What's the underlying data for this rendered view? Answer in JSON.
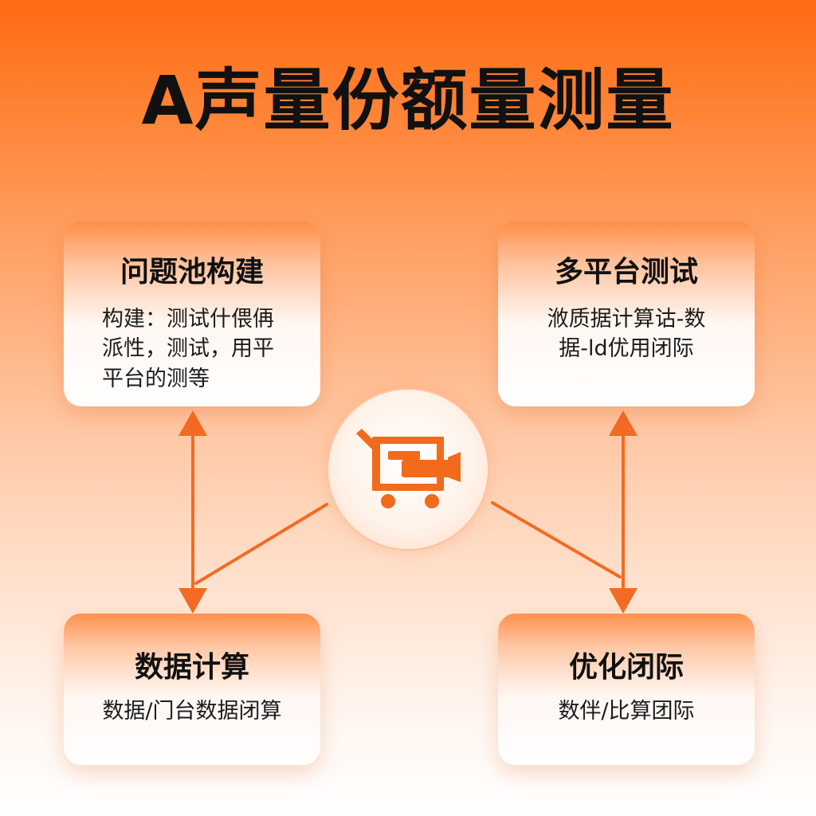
{
  "title": "A声量份额量测量",
  "colors": {
    "accent": "#ff6a12",
    "connector": "#f26b24",
    "icon": "#f26a1b"
  },
  "hub": {
    "icon": "shopping-cart-icon"
  },
  "cards": {
    "top_left": {
      "title": "问题池构建",
      "body_lines": [
        "构建：测试什偎侢",
        "派性，测试，用平",
        "平台的测等"
      ]
    },
    "top_right": {
      "title": "多平台测试",
      "body_lines": [
        "浟质据计算诂-数",
        "据-ld优用闭际"
      ]
    },
    "bottom_left": {
      "title": "数据计算",
      "body_lines": [
        "数据/门台数据闭算"
      ]
    },
    "bottom_right": {
      "title": "优化闭际",
      "body_lines": [
        "数伴/比算团际"
      ]
    }
  }
}
